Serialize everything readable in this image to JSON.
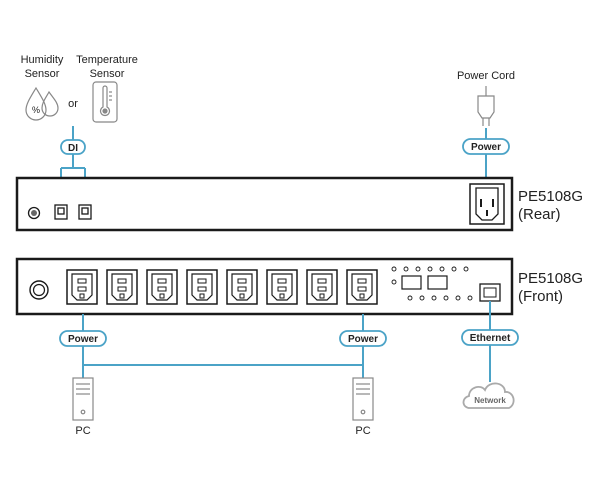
{
  "labels": {
    "humidity_sensor": [
      "Humidity",
      "Sensor"
    ],
    "temperature_sensor": [
      "Temperature",
      "Sensor"
    ],
    "or": "or",
    "di": "DI",
    "power_cord": "Power Cord",
    "power": "Power",
    "rear_model": "PE5108G",
    "rear_caption": "(Rear)",
    "front_model": "PE5108G",
    "front_caption": "(Front)",
    "ethernet": "Ethernet",
    "network": "Network",
    "pc": "PC"
  },
  "colors": {
    "accent": "#4ba3c7",
    "outline": "#1a1a1a",
    "icon_gray": "#888888"
  },
  "outlet_count": 8,
  "icons": [
    "humidity-sensor-icon",
    "temperature-sensor-icon",
    "power-plug-icon",
    "pc-tower-icon",
    "cloud-icon",
    "rj45-port-icon",
    "power-inlet-icon",
    "power-outlet-icon"
  ]
}
